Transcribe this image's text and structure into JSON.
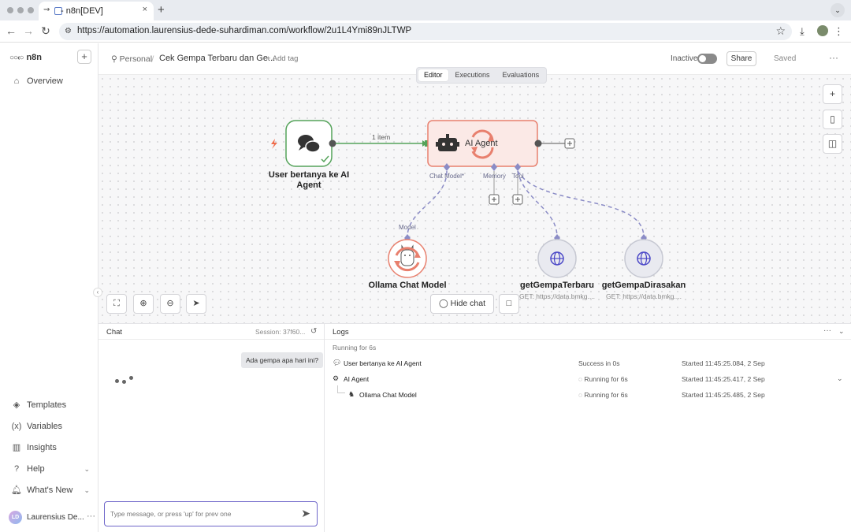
{
  "browser": {
    "tab_title": "- n8n[DEV]",
    "tab_close": "×",
    "new_tab": "+",
    "url": "https://automation.laurensius-dede-suhardiman.com/workflow/2u1L4Ymi89nJLTWP"
  },
  "sidebar": {
    "logo": "n8n",
    "add": "+",
    "overview": "Overview",
    "templates": "Templates",
    "variables": "Variables",
    "insights": "Insights",
    "help": "Help",
    "whats_new": "What's New",
    "user_initials": "LD",
    "user_name": "Laurensius De...",
    "user_more": "···"
  },
  "header": {
    "owner": "Personal",
    "workflow_title": "Cek Gempa Terbaru dan Ge...",
    "add_tag": "+ Add tag",
    "status": "Inactive",
    "share": "Share",
    "saved": "Saved",
    "more": "···"
  },
  "canvas": {
    "tabs": [
      "Editor",
      "Executions",
      "Evaluations"
    ],
    "active_tab": "Editor",
    "hide_chat": "Hide chat",
    "edge_label": "1 item",
    "nodes": {
      "trigger": {
        "label_line1": "User bertanya ke AI",
        "label_line2": "Agent"
      },
      "agent": {
        "label": "AI Agent"
      },
      "ollama": {
        "label": "Ollama Chat Model"
      },
      "tool1": {
        "label": "getGempaTerbaru",
        "sub": "GET: https://data.bmkg...."
      },
      "tool2": {
        "label": "getGempaDirasakan",
        "sub": "GET: https://data.bmkg...."
      }
    },
    "ports": {
      "chat_model": "Chat Model*",
      "memory": "Memory",
      "tool": "Tool",
      "model": "Model"
    }
  },
  "chat": {
    "title": "Chat",
    "session": "Session: 37f60...",
    "user_message": "Ada gempa apa hari ini?",
    "input_placeholder": "Type message, or press 'up' for prev one"
  },
  "logs": {
    "title": "Logs",
    "running_for": "Running for 6s",
    "rows": [
      {
        "name": "User bertanya ke AI Agent",
        "status": "Success in 0s",
        "started": "Started 11:45:25.084, 2 Sep"
      },
      {
        "name": "AI Agent",
        "status": "Running for 6s",
        "started": "Started 11:45:25.417, 2 Sep"
      },
      {
        "name": "Ollama Chat Model",
        "status": "Running for 6s",
        "started": "Started 11:45:25.485, 2 Sep"
      }
    ]
  },
  "colors": {
    "trigger_border": "#55a35a",
    "agent_border": "#e8806e",
    "agent_fill": "#fbe9e6",
    "ollama_border": "#e8806e",
    "tool_fill": "#e9eaf0",
    "port_color": "#8b8cc6",
    "input_border": "#6e66c9"
  }
}
